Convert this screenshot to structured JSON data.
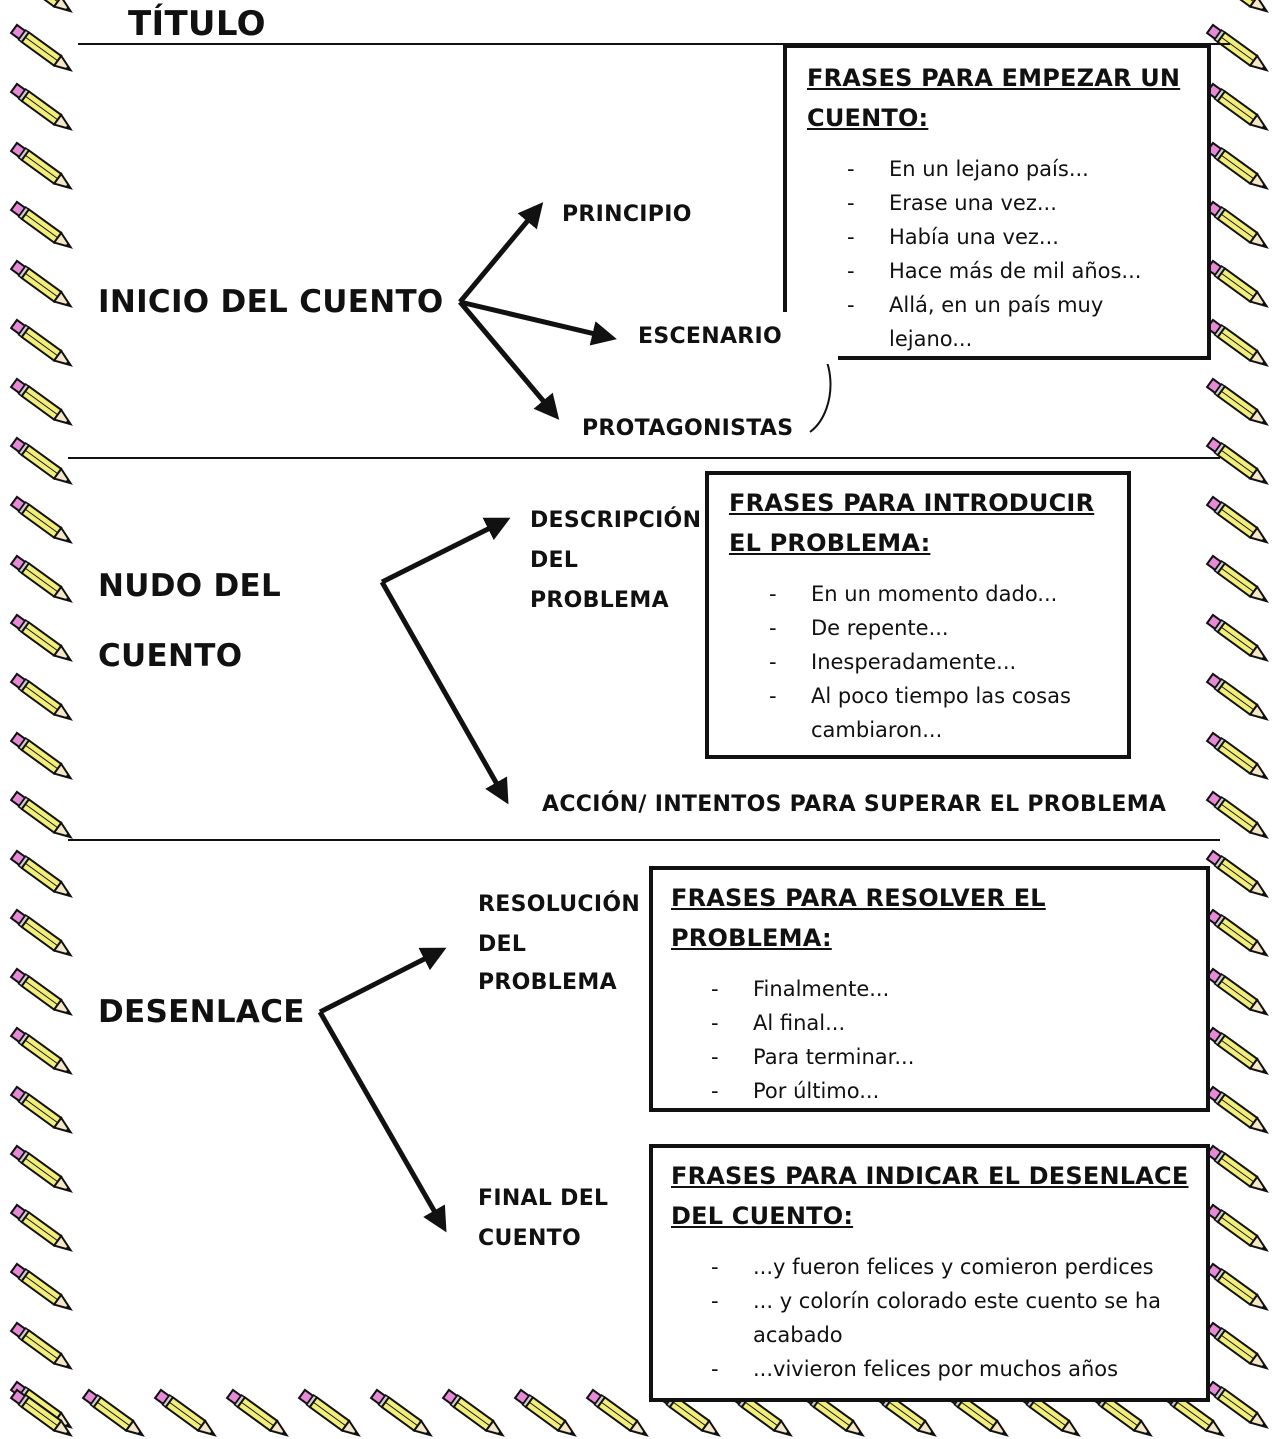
{
  "title": "TÍTULO",
  "sections": {
    "inicio": {
      "label": "INICIO DEL CUENTO",
      "branches": [
        "PRINCIPIO",
        "ESCENARIO",
        "PROTAGONISTAS"
      ],
      "box": {
        "heading": "FRASES PARA EMPEZAR UN CUENTO:",
        "items": [
          "En un lejano país...",
          "Erase una vez...",
          "Había una vez...",
          "Hace más de mil años...",
          "Allá, en un país muy lejano..."
        ]
      }
    },
    "nudo": {
      "label_line1": "NUDO DEL",
      "label_line2": "CUENTO",
      "branch1_line1": "DESCRIPCIÓN",
      "branch1_line2": "DEL",
      "branch1_line3": "PROBLEMA",
      "branch2": "ACCIÓN/ INTENTOS PARA SUPERAR EL PROBLEMA",
      "box": {
        "heading": "FRASES PARA INTRODUCIR EL PROBLEMA:",
        "items": [
          "En un momento dado...",
          "De repente...",
          "Inesperadamente...",
          "Al poco tiempo las cosas cambiaron..."
        ]
      }
    },
    "desenlace": {
      "label": "DESENLACE",
      "branch1_line1": "RESOLUCIÓN",
      "branch1_line2": "DEL",
      "branch1_line3": "PROBLEMA",
      "branch2_line1": "FINAL DEL",
      "branch2_line2": "CUENTO",
      "box1": {
        "heading": "FRASES PARA RESOLVER EL PROBLEMA:",
        "items": [
          "Finalmente...",
          "Al final...",
          "Para terminar...",
          "Por último..."
        ]
      },
      "box2": {
        "heading": "FRASES PARA INDICAR EL DESENLACE DEL CUENTO:",
        "items": [
          "...y fueron felices y comieron perdices",
          "... y colorín colorado este cuento se ha acabado",
          "...vivieron felices por muchos años"
        ]
      }
    }
  },
  "border_icon": "pencil-icon",
  "colors": {
    "pencil_body": "#f2ee7a",
    "pencil_eraser": "#e68ad8",
    "line": "#111111"
  }
}
